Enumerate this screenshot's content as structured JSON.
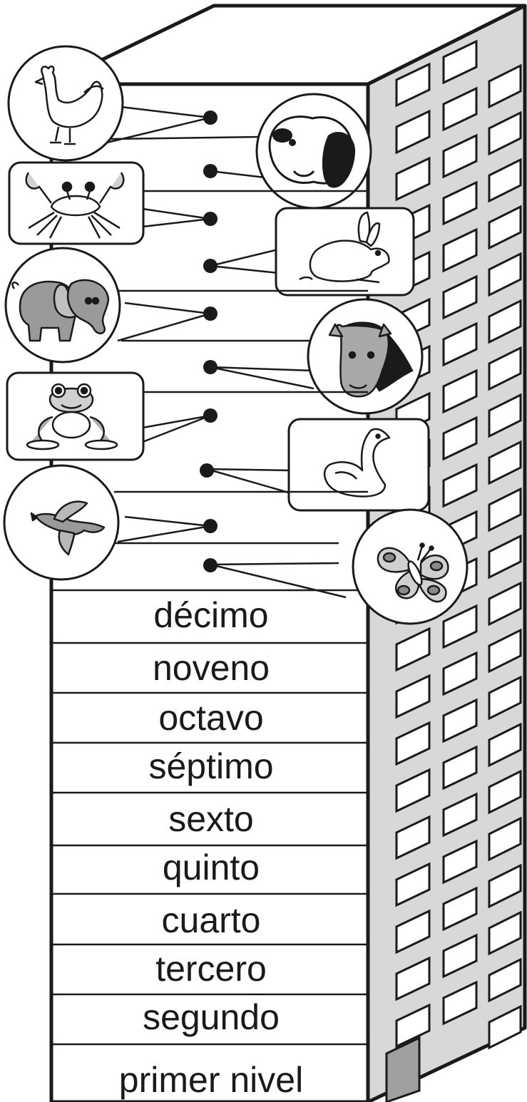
{
  "floors": [
    {
      "label": "décimo"
    },
    {
      "label": "noveno"
    },
    {
      "label": "octavo"
    },
    {
      "label": "séptimo"
    },
    {
      "label": "sexto"
    },
    {
      "label": "quinto"
    },
    {
      "label": "cuarto"
    },
    {
      "label": "tercero"
    },
    {
      "label": "segundo"
    },
    {
      "label": "primer nivel"
    }
  ],
  "animals": [
    {
      "name": "rooster",
      "frame": "circle"
    },
    {
      "name": "dog",
      "frame": "circle"
    },
    {
      "name": "crab",
      "frame": "rounded-rect"
    },
    {
      "name": "rabbit",
      "frame": "rounded-rect"
    },
    {
      "name": "elephant",
      "frame": "circle"
    },
    {
      "name": "horse",
      "frame": "circle"
    },
    {
      "name": "frog",
      "frame": "rounded-rect"
    },
    {
      "name": "swan",
      "frame": "rounded-rect"
    },
    {
      "name": "bird",
      "frame": "circle"
    },
    {
      "name": "butterfly",
      "frame": "circle"
    }
  ],
  "colors": {
    "ink": "#1a1a1a",
    "side_wall": "#d8d8d8",
    "door": "#a0a0a0",
    "animal_fill": "#9a9a9a"
  }
}
